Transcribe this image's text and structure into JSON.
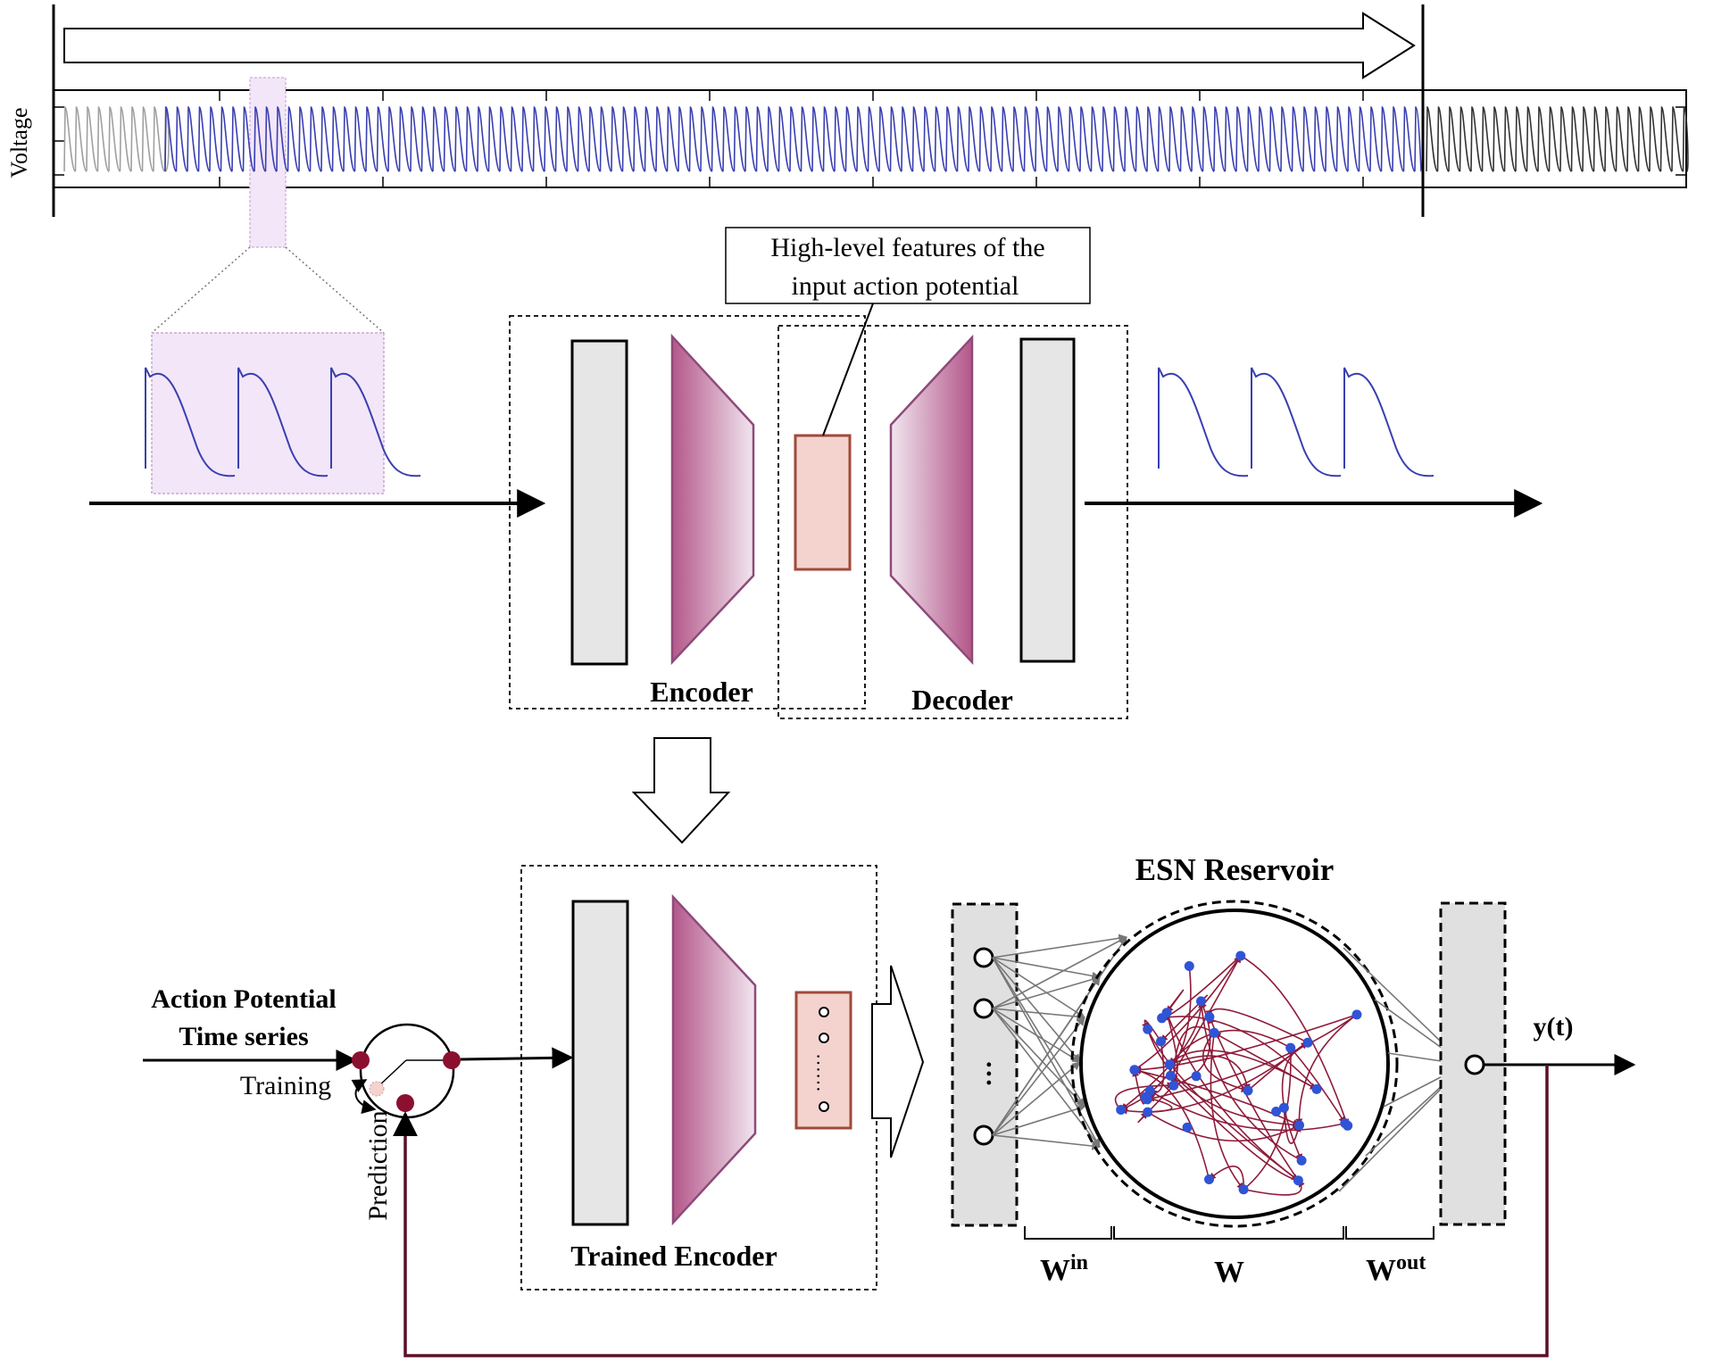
{
  "signal_strip": {
    "axis_label": "Voltage"
  },
  "features_callout": {
    "line1": "High-level features of the",
    "line2": "input action potential"
  },
  "autoencoder": {
    "encoder_label": "Encoder",
    "decoder_label": "Decoder"
  },
  "pipeline": {
    "input_label_line1": "Action Potential",
    "input_label_line2": "Time series",
    "switch_training_label": "Training",
    "switch_prediction_label": "Prediction",
    "trained_encoder_label": "Trained Encoder",
    "reservoir_title": "ESN Reservoir",
    "output_label": "y(t)",
    "latent_dots": "……"
  },
  "weights": {
    "win_base": "W",
    "win_sup": "in",
    "w_label": "W",
    "wout_base": "W",
    "wout_sup": "out"
  },
  "colors": {
    "trace_blue": "#3a3fb0",
    "trace_gray": "#a0a0a0",
    "trace_dark": "#333333",
    "magenta": "#b05a8a",
    "latent_fill": "#f4d3cf",
    "latent_stroke": "#a04a3a",
    "node_blue": "#2f54d6",
    "edge_red": "#8e1b3a",
    "switch_dot": "#8b1030",
    "layer_gray": "#e6e6e6",
    "highlight_pink": "#f3e6f8"
  }
}
